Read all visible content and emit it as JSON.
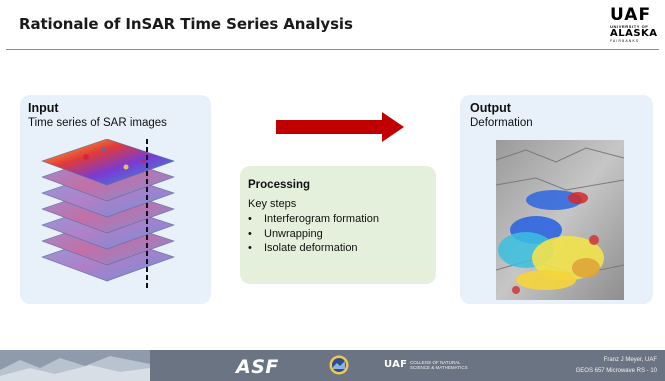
{
  "slide": {
    "title": "Rationale of InSAR Time Series Analysis"
  },
  "logo": {
    "mark": "UAF",
    "line_top": "UNIVERSITY OF",
    "name": "ALASKA",
    "line_bottom": "FAIRBANKS"
  },
  "input": {
    "title": "Input",
    "subtitle": "Time series of SAR images"
  },
  "processing": {
    "title": "Processing",
    "subtitle": "Key steps",
    "steps": [
      "Interferogram formation",
      "Unwrapping",
      "Isolate deformation"
    ]
  },
  "output": {
    "title": "Output",
    "subtitle": "Deformation"
  },
  "footer": {
    "asf": "ASF",
    "college_mark": "UAF",
    "college_line1": "COLLEGE OF NATURAL",
    "college_line2": "SCIENCE & MATHEMATICS",
    "credit_line1": "Franz J Meyer, UAF",
    "credit_line2": "GEOS 657 Microwave RS - 10"
  },
  "colors": {
    "arrow": "#c00000",
    "input_panel": "#e8f0fa",
    "processing_panel": "#e5f0dc",
    "footer": "#6b7483"
  }
}
